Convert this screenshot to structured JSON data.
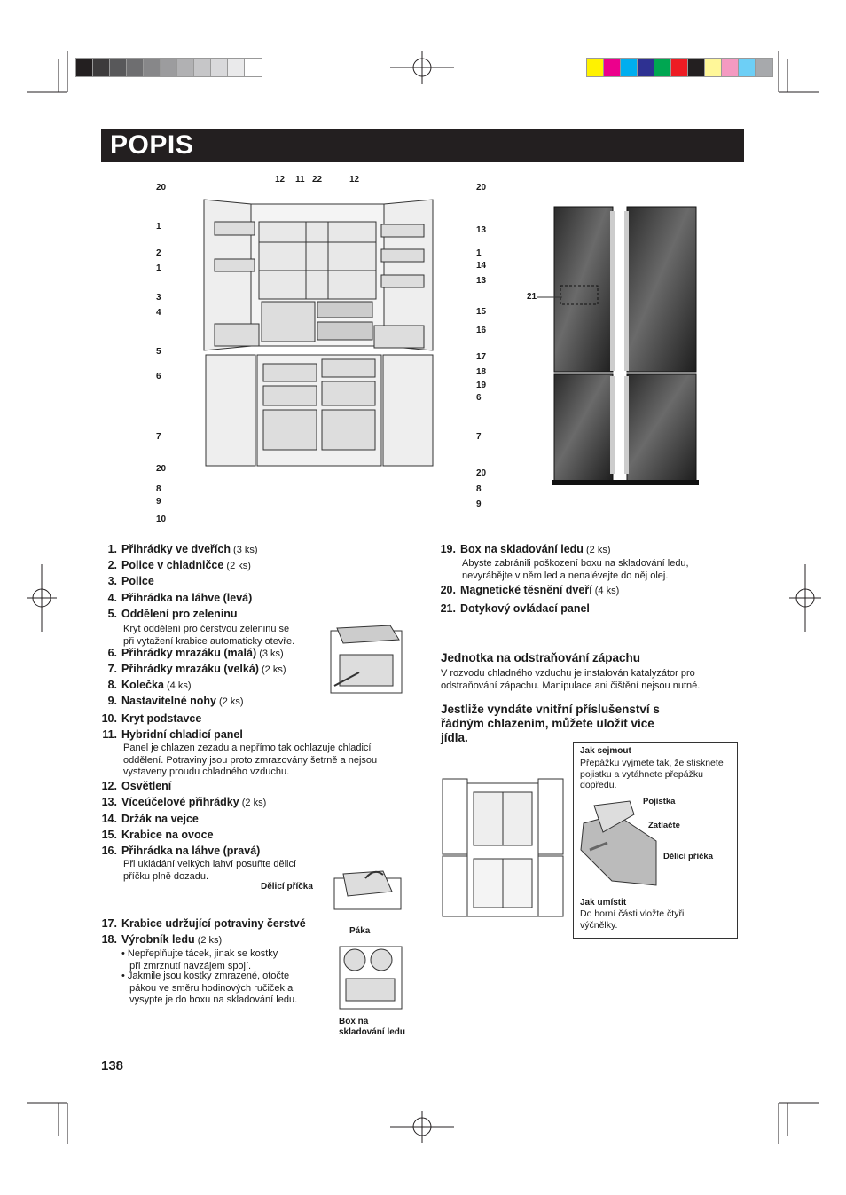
{
  "page": {
    "title": "POPIS",
    "number": "138"
  },
  "diagram": {
    "callouts_left": [
      "20",
      "1",
      "2",
      "1",
      "3",
      "4",
      "5",
      "6",
      "7",
      "20",
      "8",
      "9",
      "10"
    ],
    "callouts_top": [
      "12",
      "11",
      "22",
      "12"
    ],
    "callouts_right": [
      "20",
      "13",
      "1",
      "14",
      "13",
      "15",
      "16",
      "17",
      "18",
      "19",
      "6",
      "7",
      "20",
      "8",
      "9"
    ],
    "callout_21": "21"
  },
  "items_left": [
    {
      "n": "1.",
      "t": "Přihrádky ve dveřích",
      "q": "(3 ks)"
    },
    {
      "n": "2.",
      "t": "Police v chladničce",
      "q": "(2 ks)"
    },
    {
      "n": "3.",
      "t": "Police",
      "q": ""
    },
    {
      "n": "4.",
      "t": "Přihrádka na láhve (levá)",
      "q": ""
    },
    {
      "n": "5.",
      "t": "Oddělení pro zeleninu",
      "q": ""
    },
    {
      "n": "6.",
      "t": "Přihrádky mrazáku (malá)",
      "q": "(3 ks)"
    },
    {
      "n": "7.",
      "t": "Přihrádky mrazáku (velká)",
      "q": "(2 ks)"
    },
    {
      "n": "8.",
      "t": "Kolečka",
      "q": "(4 ks)"
    },
    {
      "n": "9.",
      "t": "Nastavitelné nohy",
      "q": "(2 ks)"
    },
    {
      "n": "10.",
      "t": "Kryt podstavce",
      "q": ""
    },
    {
      "n": "11.",
      "t": "Hybridní chladicí panel",
      "q": ""
    },
    {
      "n": "12.",
      "t": "Osvětlení",
      "q": ""
    },
    {
      "n": "13.",
      "t": "Víceúčelové přihrádky",
      "q": "(2 ks)"
    },
    {
      "n": "14.",
      "t": "Držák na vejce",
      "q": ""
    },
    {
      "n": "15.",
      "t": "Krabice na ovoce",
      "q": ""
    },
    {
      "n": "16.",
      "t": "Přihrádka na láhve (pravá)",
      "q": ""
    },
    {
      "n": "17.",
      "t": "Krabice udržující potraviny čerstvé",
      "q": ""
    },
    {
      "n": "18.",
      "t": "Výrobník ledu",
      "q": "(2 ks)"
    }
  ],
  "notes": {
    "n5": "Kryt oddělení pro čerstvou zeleninu se\npři vytažení krabice automaticky otevře.",
    "n11": "Panel je chlazen zezadu a nepřímo tak ochlazuje chladicí\noddělení. Potraviny jsou proto zmrazovány šetrně a nejsou\nvystaveny proudu chladného vzduchu.",
    "n16": "Při ukládání velkých lahví posuňte dělicí\npříčku plně dozadu.",
    "n18a": "• Nepřeplňujte tácek, jinak se kostky\n   při zmrznutí navzájem spojí.",
    "n18b": "• Jakmile jsou kostky zmrazené, otočte\n   pákou ve směru hodinových ručiček a\n   vysypte je do boxu na skladování ledu.",
    "n19": "Abyste zabránili poškození boxu na skladování ledu,\nnevyrábějte v něm led a nenalévejte do něj olej."
  },
  "items_right": [
    {
      "n": "19.",
      "t": "Box na skladování ledu",
      "q": "(2 ks)"
    },
    {
      "n": "20.",
      "t": "Magnetické těsnění dveří",
      "q": "(4 ks)"
    },
    {
      "n": "21.",
      "t": "Dotykový ovládací panel",
      "q": ""
    }
  ],
  "captions": {
    "delici_pricka": "Dělicí příčka",
    "paka": "Páka",
    "box_ledu": "Box na\nskladování ledu",
    "pojistka": "Pojistka",
    "zatlacte": "Zatlačte",
    "delici_pricka2": "Dělicí příčka"
  },
  "deodor": {
    "heading": "Jednotka na odstraňování zápachu",
    "text": "V rozvodu chladného vzduchu je instalován katalyzátor pro\nodstraňování zápachu. Manipulace ani čištění nejsou nutné."
  },
  "storage": {
    "heading": "Jestliže vyndáte vnitřní příslušenství s\nřádným chlazením, můžete uložit více\njídla.",
    "remove_title": "Jak sejmout",
    "remove_text": "Přepážku vyjmete tak, že stisknete\npojistku a vytáhnete přepážku\ndopředu.",
    "place_title": "Jak umístit",
    "place_text": "Do horní části vložte čtyři\nvýčnělky."
  },
  "colors": {
    "gray_bar": [
      "#231f20",
      "#3d3b3c",
      "#58585a",
      "#6e6e70",
      "#878789",
      "#9c9c9e",
      "#b1b1b3",
      "#c6c6c8",
      "#d9d9db",
      "#eaeaeb",
      "#ffffff"
    ],
    "color_bar": [
      "#fff200",
      "#ec008c",
      "#00aeef",
      "#2e3192",
      "#00a651",
      "#ed1c24",
      "#231f20",
      "#fff799",
      "#f49ac1",
      "#6dcff6",
      "#a7a9ac"
    ]
  }
}
